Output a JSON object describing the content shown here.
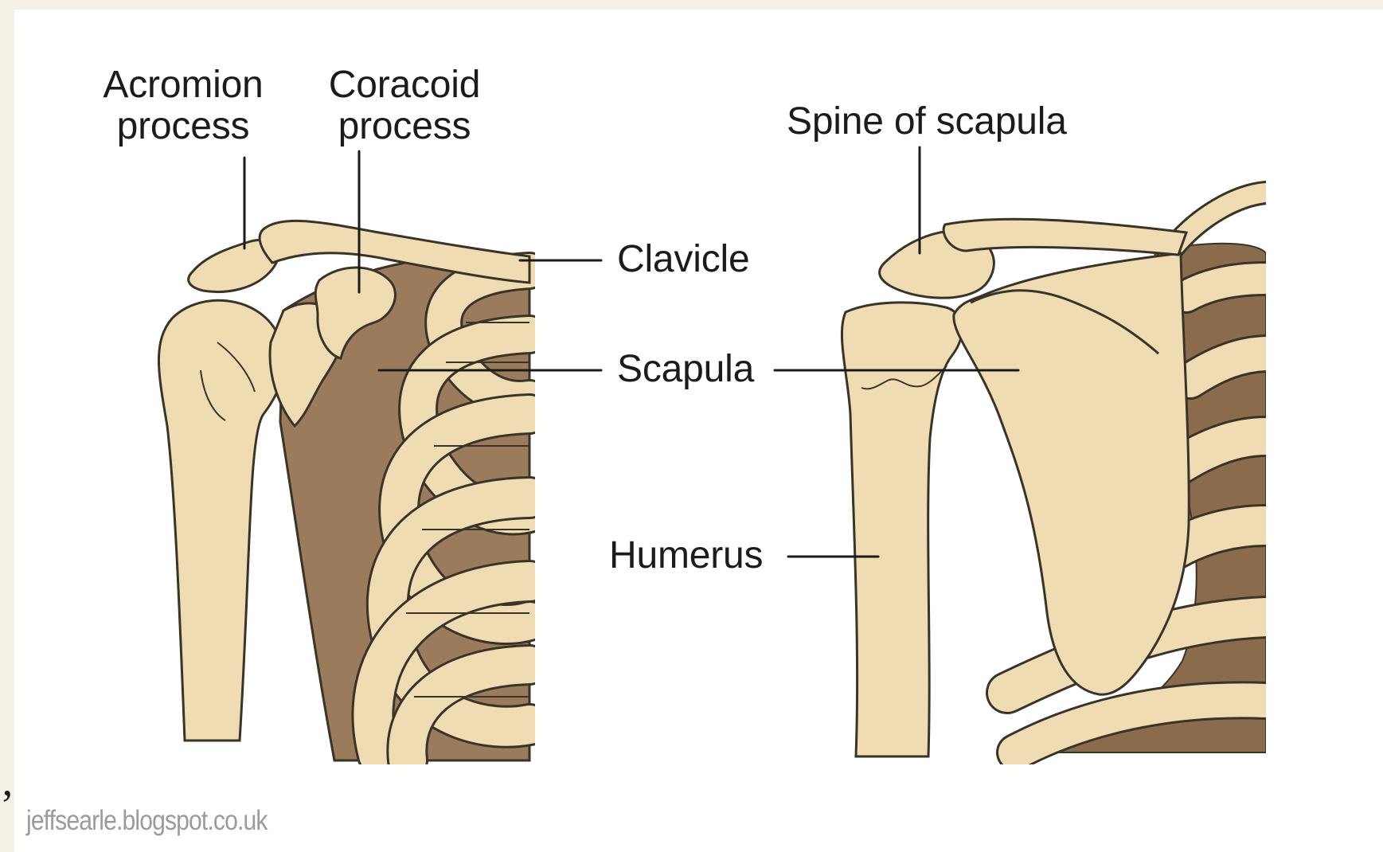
{
  "figure": {
    "labels": {
      "acromion_process": "Acromion\nprocess",
      "coracoid_process": "Coracoid\nprocess",
      "spine_of_scapula": "Spine of scapula",
      "clavicle": "Clavicle",
      "scapula": "Scapula",
      "humerus": "Humerus"
    },
    "credit": "jeffsearle.blogspot.co.uk",
    "quote_mark": "’"
  },
  "colors": {
    "bone": "#efdcb3",
    "bone_outline": "#3a3328",
    "shadow": "#9a7c5c",
    "dark_shadow": "#8a6c4d",
    "leader": "#1b1b1b",
    "credit": "#9b9b9b",
    "page_border": "#f4f1e7"
  },
  "views": [
    "anterior-shoulder-view",
    "posterior-shoulder-view"
  ]
}
